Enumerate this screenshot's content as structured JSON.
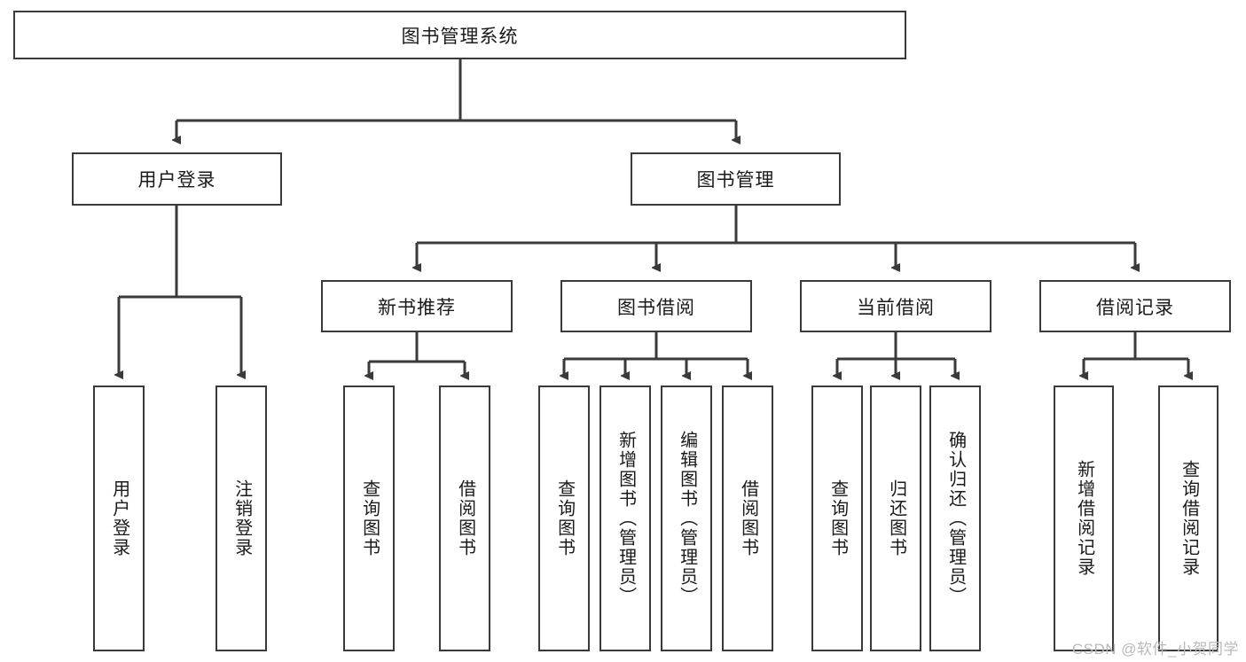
{
  "diagram": {
    "title": "图书管理系统",
    "type": "tree-hierarchy",
    "watermark": "CSDN @软件_小贺同学",
    "colors": {
      "box_border": "#3a3a3a",
      "box_fill": "#ffffff",
      "edge": "#3a3a3a",
      "text": "#1a1a1a",
      "watermark": "#b9b9b9"
    },
    "root": {
      "label": "图书管理系统"
    },
    "level2": [
      {
        "label": "用户登录"
      },
      {
        "label": "图书管理"
      }
    ],
    "level3": [
      {
        "label": "新书推荐"
      },
      {
        "label": "图书借阅"
      },
      {
        "label": "当前借阅"
      },
      {
        "label": "借阅记录"
      }
    ],
    "leaves": {
      "user_login": [
        {
          "label": "用户登录"
        },
        {
          "label": "注销登录"
        }
      ],
      "new_book": [
        {
          "label": "查询图书"
        },
        {
          "label": "借阅图书"
        }
      ],
      "book_borrow": [
        {
          "label": "查询图书"
        },
        {
          "label": "新增图书（管理员）"
        },
        {
          "label": "编辑图书（管理员）"
        },
        {
          "label": "借阅图书"
        }
      ],
      "current_borrow": [
        {
          "label": "查询图书"
        },
        {
          "label": "归还图书"
        },
        {
          "label": "确认归还（管理员）"
        }
      ],
      "borrow_record": [
        {
          "label": "新增借阅记录"
        },
        {
          "label": "查询借阅记录"
        }
      ]
    }
  }
}
